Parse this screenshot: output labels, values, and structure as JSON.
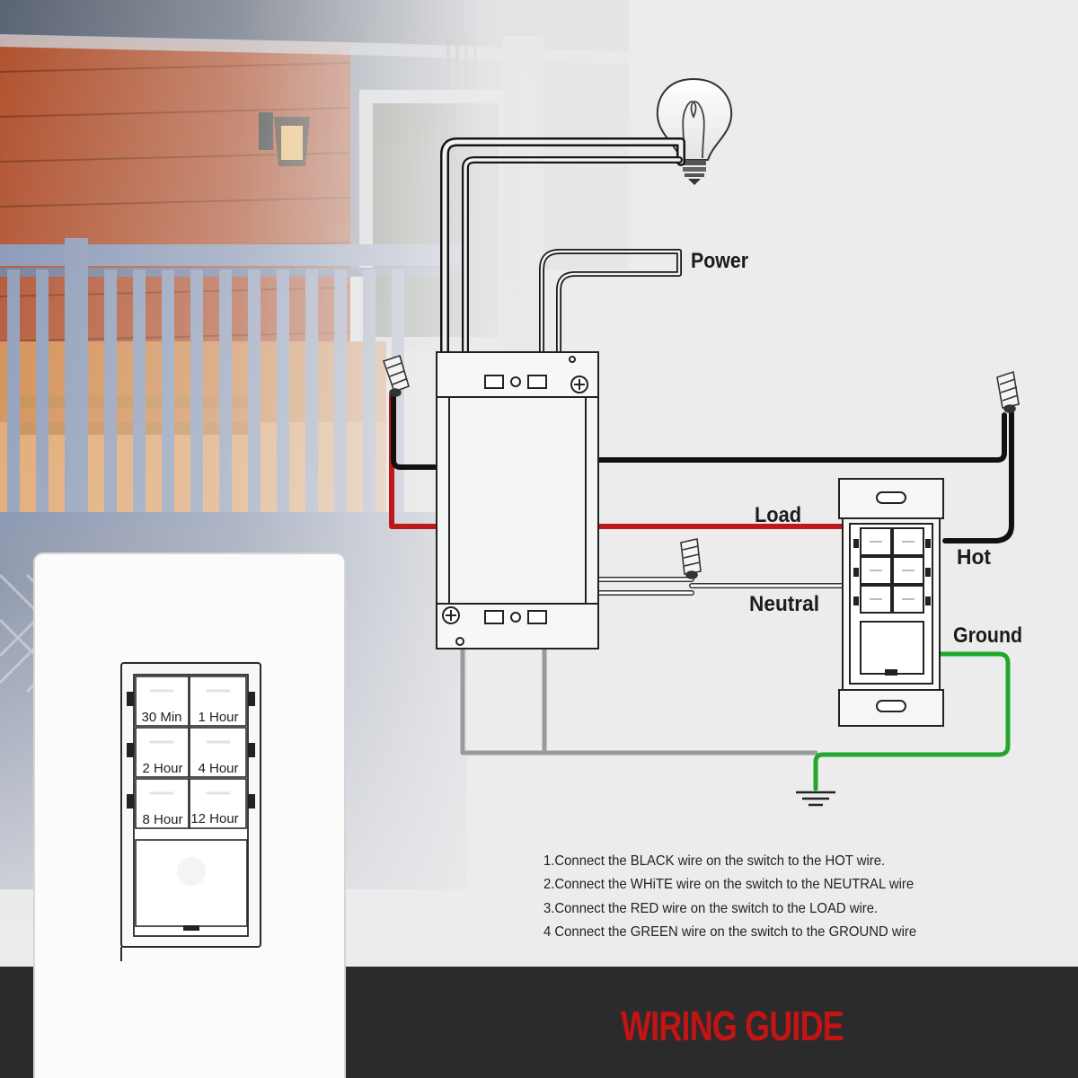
{
  "labels": {
    "power": "Power",
    "load": "Load",
    "hot": "Hot",
    "neutral": "Neutral",
    "ground": "Ground"
  },
  "switch_buttons": [
    "30 Min",
    "1 Hour",
    "2 Hour",
    "4 Hour",
    "8 Hour",
    "12 Hour"
  ],
  "instructions": [
    "1.Connect the BLACK wire on the switch to the HOT wire.",
    "2.Connect the WHiTE wire on the switch to the NEUTRAL wire",
    "3.Connect the RED wire on the switch to the LOAD wire.",
    "4 Connect the GREEN wire on the switch to the GROUND wire"
  ],
  "title": "WIRING GUIDE",
  "colors": {
    "hot_wire": "#111111",
    "load_wire": "#c01818",
    "ground_wire": "#1fa82a",
    "bare_wire": "#9a9a9a",
    "title": "#c31414",
    "footer": "#2b2b2c"
  }
}
